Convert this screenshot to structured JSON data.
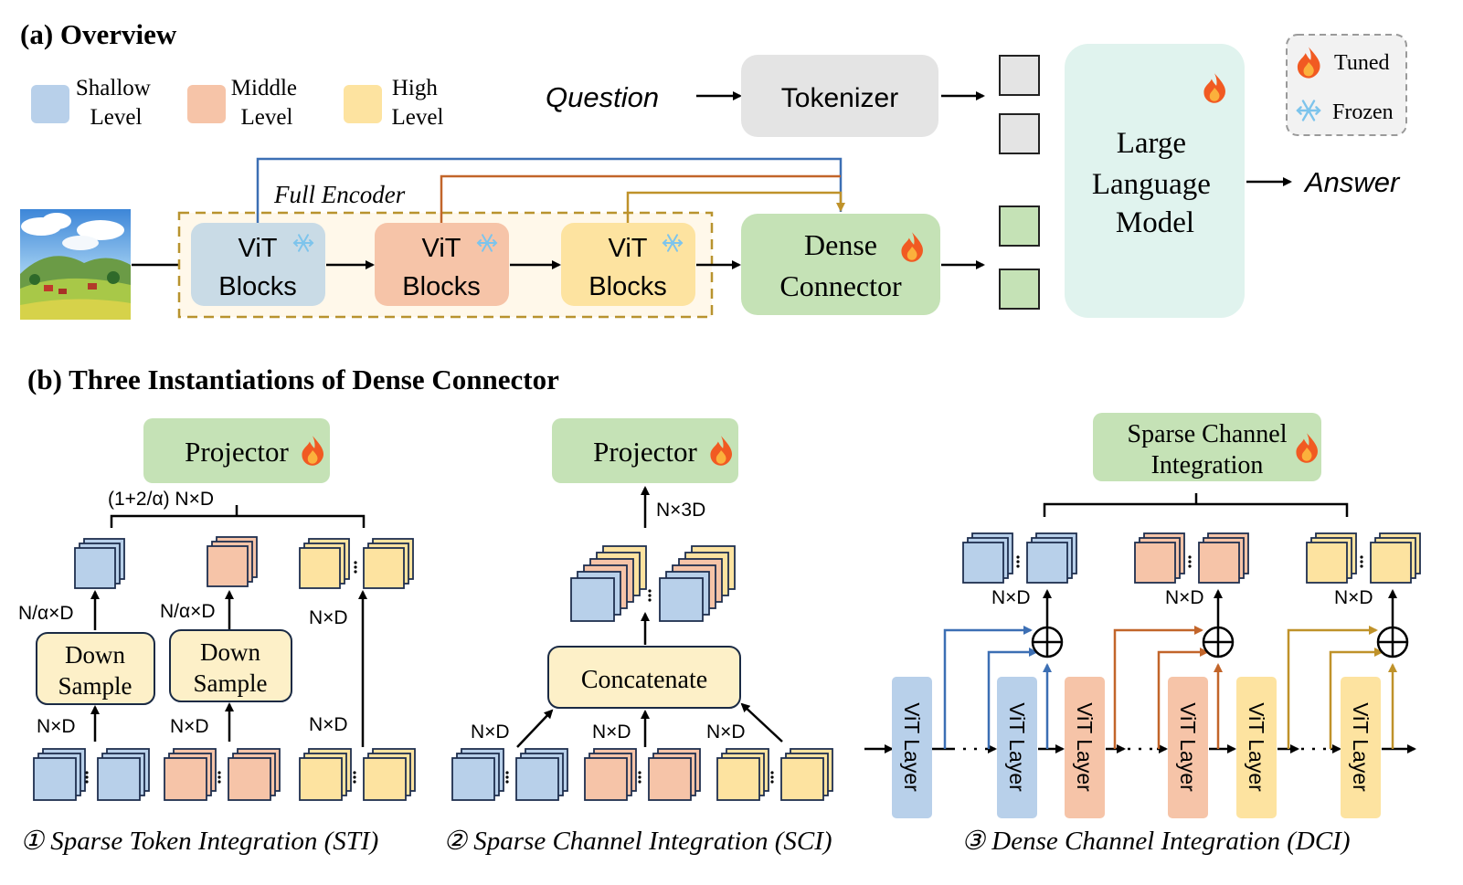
{
  "overview": {
    "title": "(a) Overview",
    "legend": {
      "shallow": [
        "Shallow",
        "Level"
      ],
      "middle": [
        "Middle",
        "Level"
      ],
      "high": [
        "High",
        "Level"
      ]
    },
    "question": "Question",
    "tokenizer": "Tokenizer",
    "full_encoder": "Full Encoder",
    "vit_blocks": [
      "ViT",
      "Blocks"
    ],
    "dense_connector": [
      "Dense",
      "Connector"
    ],
    "llm": [
      "Large",
      "Language",
      "Model"
    ],
    "answer": "Answer",
    "status_legend": {
      "tuned": "Tuned",
      "frozen": "Frozen"
    }
  },
  "instantiations": {
    "title": "(b) Three Instantiations of Dense Connector",
    "sti": {
      "projector": "Projector",
      "dim_top": "(1+2/α) N×D",
      "dim_down1": "N/α×D",
      "dim_down2": "N/α×D",
      "dim_high": "N×D",
      "down_sample": [
        "Down",
        "Sample"
      ],
      "dim_in1": "N×D",
      "dim_in2": "N×D",
      "dim_in3": "N×D",
      "caption": "① Sparse Token Integration (STI)"
    },
    "sci": {
      "projector": "Projector",
      "dim_out": "N×3D",
      "concatenate": "Concatenate",
      "dim_in1": "N×D",
      "dim_in2": "N×D",
      "dim_in3": "N×D",
      "caption": "② Sparse Channel Integration (SCI)"
    },
    "dci": {
      "sci_box": [
        "Sparse Channel",
        "Integration"
      ],
      "dim1": "N×D",
      "dim2": "N×D",
      "dim3": "N×D",
      "vit_layer": "ViT Layer",
      "caption": "③ Dense Channel Integration (DCI)"
    }
  },
  "colors": {
    "shallow": "#b8d0ea",
    "middle": "#f6c4a8",
    "high": "#fde3a0",
    "green": "#c5e2b6",
    "gray": "#e4e4e4",
    "llm": "#e0f3ee",
    "cream": "#fdf0c8",
    "blue_line": "#3c6fb4",
    "orange_line": "#c2652a",
    "gold_line": "#bf922a"
  }
}
